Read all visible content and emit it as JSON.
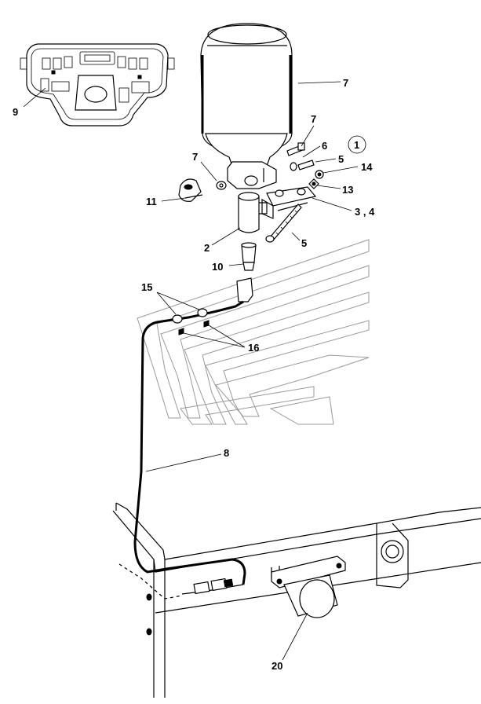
{
  "callouts": {
    "c1": "1",
    "c2": "2",
    "c34": "3 , 4",
    "c5a": "5",
    "c5b": "5",
    "c6": "6",
    "c7a": "7",
    "c7b": "7",
    "c7c": "7",
    "c8": "8",
    "c9": "9",
    "c10": "10",
    "c11": "11",
    "c13": "13",
    "c14": "14",
    "c15": "15",
    "c16": "16",
    "c20": "20"
  },
  "icons": {
    "beacon": "rotating-beacon-lamp-icon",
    "panel": "dashboard-switch-panel-icon",
    "connector": "wire-connector-icon"
  }
}
